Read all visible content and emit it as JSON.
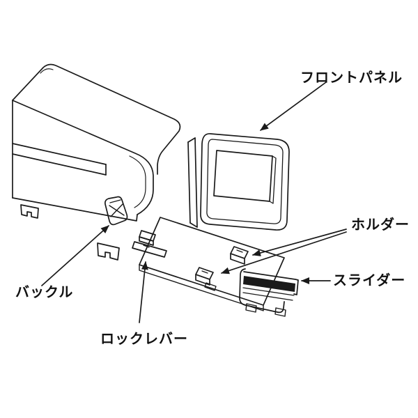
{
  "colors": {
    "background": "#ffffff",
    "line": "#1a1a1a",
    "rail_fill": "#1a1a1a"
  },
  "labels": {
    "front_panel": "フロントパネル",
    "holder": "ホルダー",
    "slider": "スライダー",
    "buckle": "バックル",
    "lock_lever": "ロックレバー"
  }
}
